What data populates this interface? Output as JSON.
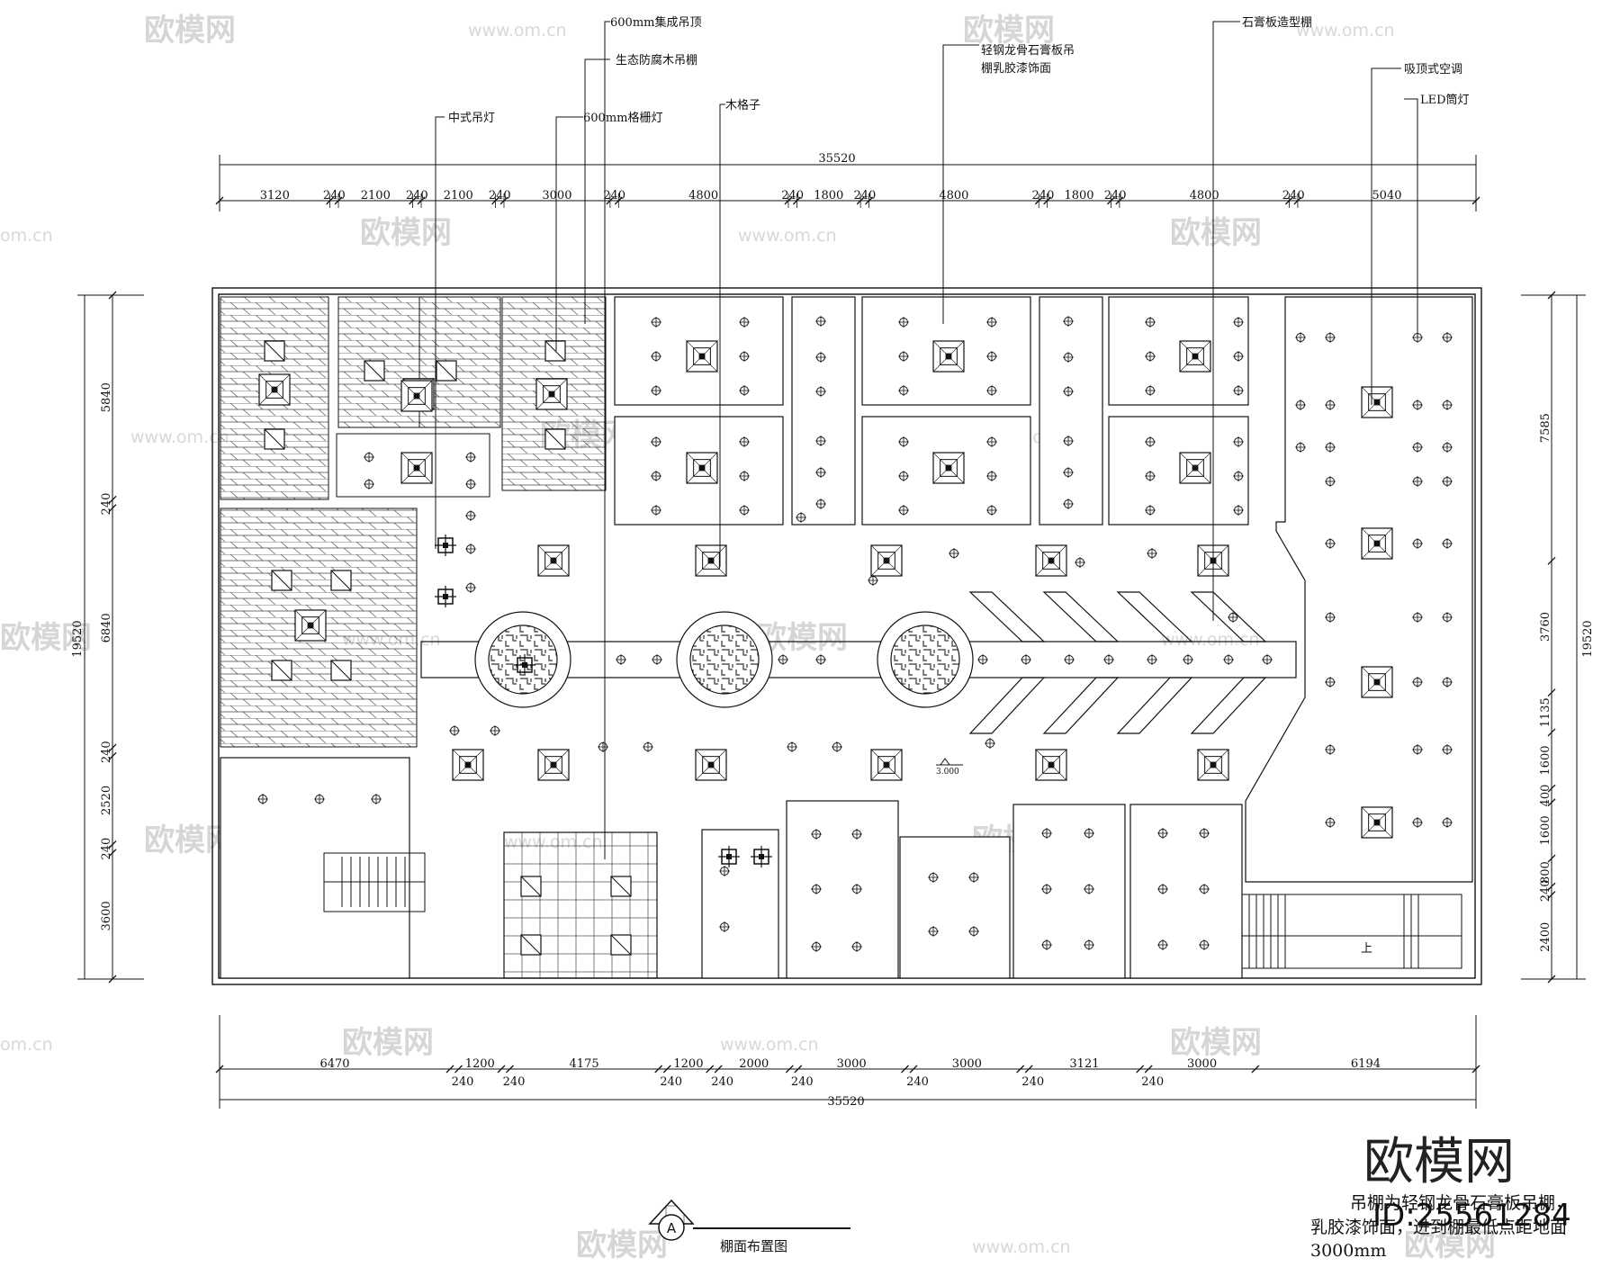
{
  "watermark": {
    "brand": "欧模网",
    "url": "www.om.cn",
    "url_short": "om.cn"
  },
  "top_dims": {
    "total": "35520",
    "segments": [
      "3120",
      "240",
      "2100",
      "240",
      "2100",
      "240",
      "3000",
      "240",
      "4800",
      "240",
      "1800",
      "240",
      "4800",
      "240",
      "1800",
      "240",
      "4800",
      "240",
      "5040"
    ]
  },
  "bottom_dims": {
    "total": "35520",
    "upper": [
      "6470",
      "1200",
      "4175",
      "1200",
      "2000",
      "3000",
      "3000",
      "3121",
      "3000",
      "6194"
    ],
    "lower": [
      "240",
      "240",
      "240",
      "240",
      "240",
      "240",
      "240",
      "240"
    ]
  },
  "left_dims": {
    "total": "19520",
    "segments": [
      "5840",
      "240",
      "6840",
      "240",
      "2520",
      "240",
      "3600"
    ]
  },
  "right_dims": {
    "total": "19520",
    "segments": [
      "7585",
      "3760",
      "1135",
      "1600",
      "400",
      "1600",
      "800",
      "240",
      "2400"
    ]
  },
  "callouts": {
    "c1": "600mm集成吊顶",
    "c2": "生态防腐木吊棚",
    "c3": "600mm格栅灯",
    "c4": "中式吊灯",
    "c5": "木格子",
    "c6": "轻钢龙骨石膏板吊",
    "c6b": "棚乳胶漆饰面",
    "c7": "石膏板造型棚",
    "c8": "吸顶式空调",
    "c9": "LED筒灯"
  },
  "level_mark": "3.000",
  "stair_up": "上",
  "title": {
    "marker": "A",
    "name": "棚面布置图"
  },
  "brand_mark": "欧模网",
  "code": "ID:25561284",
  "note": [
    "吊棚为轻钢龙骨石膏板吊棚，",
    "乳胶漆饰面，进到棚最低点距地面",
    "3000mm"
  ]
}
